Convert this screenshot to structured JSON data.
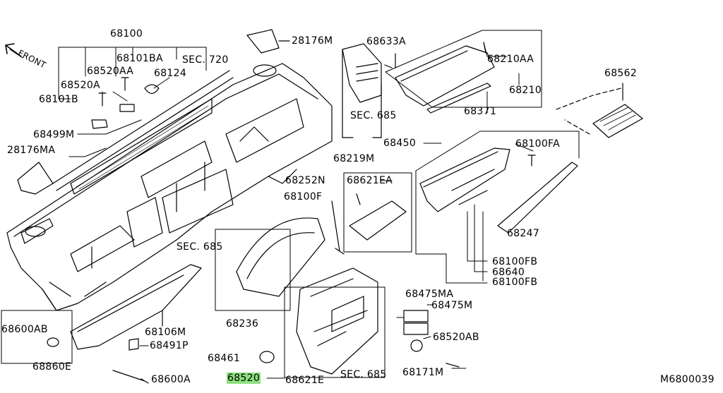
{
  "diagram_code": "M6800039",
  "front_label": "FRONT",
  "highlight_color": "#8ce07d",
  "labels": {
    "p68100": "68100",
    "p68101BA": "68101BA",
    "sec720": "SEC. 720",
    "p68520AA": "68520AA",
    "p68124": "68124",
    "p68520A": "68520A",
    "p68101B": "68101B",
    "p68499M": "68499M",
    "p28176MA": "28176MA",
    "p28176M": "28176M",
    "p68633A": "68633A",
    "sec685_top": "SEC. 685",
    "p68219M": "68219M",
    "p68210AA": "68210AA",
    "p68210": "68210",
    "p68371": "68371",
    "p68562": "68562",
    "p68450": "68450",
    "p68100FA": "68100FA",
    "p68252N": "68252N",
    "p68621EA": "68621EA",
    "p68100F": "68100F",
    "p68247": "68247",
    "sec685_mid": "SEC. 685",
    "p68100FB_1": "68100FB",
    "p68640": "68640",
    "p68100FB_2": "68100FB",
    "p68236": "68236",
    "p68475MA": "68475MA",
    "p68475M": "68475M",
    "p68600AB": "68600AB",
    "p68106M": "68106M",
    "p68520AB": "68520AB",
    "p68491P": "68491P",
    "p68860E": "68860E",
    "p68461": "68461",
    "p68171M": "68171M",
    "p68600A": "68600A",
    "p68520": "68520",
    "p68621E": "68621E",
    "sec685_bot": "SEC. 685"
  }
}
